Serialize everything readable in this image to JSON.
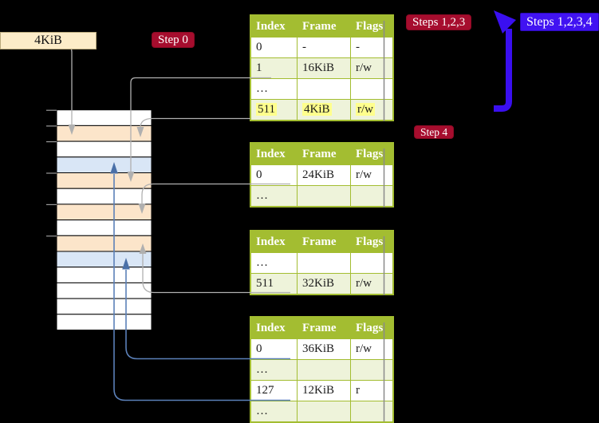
{
  "labels": {
    "page_size": "4KiB",
    "step0": "Step 0",
    "steps_123": "Steps 1,2,3",
    "steps_1234": "Steps 1,2,3,4",
    "step4": "Step 4"
  },
  "tables": [
    {
      "name": "page-table-level-top",
      "columns": [
        "Index",
        "Frame",
        "Flags"
      ],
      "rows": [
        [
          "0",
          "-",
          "-"
        ],
        [
          "1",
          "16KiB",
          "r/w"
        ],
        [
          "…",
          "",
          ""
        ],
        [
          "511",
          "4KiB",
          "r/w"
        ]
      ],
      "highlight_row": 3
    },
    {
      "name": "page-table-second",
      "columns": [
        "Index",
        "Frame",
        "Flags"
      ],
      "rows": [
        [
          "0",
          "24KiB",
          "r/w"
        ],
        [
          "…",
          "",
          ""
        ]
      ],
      "highlight_row": null
    },
    {
      "name": "page-table-third",
      "columns": [
        "Index",
        "Frame",
        "Flags"
      ],
      "rows": [
        [
          "…",
          "",
          ""
        ],
        [
          "511",
          "32KiB",
          "r/w"
        ]
      ],
      "highlight_row": null
    },
    {
      "name": "page-table-bottom",
      "columns": [
        "Index",
        "Frame",
        "Flags"
      ],
      "rows": [
        [
          "0",
          "36KiB",
          "r/w"
        ],
        [
          "…",
          "",
          ""
        ],
        [
          "127",
          "12KiB",
          "r"
        ],
        [
          "…",
          "",
          ""
        ]
      ],
      "highlight_row": null
    }
  ],
  "memory": {
    "stripes": [
      "white",
      "peach",
      "white",
      "blue",
      "peach",
      "white",
      "peach",
      "white",
      "peach",
      "blue",
      "white",
      "white",
      "white",
      "white"
    ]
  },
  "colors": {
    "background": "#000000",
    "table_green": "#a3bd31",
    "row_light": "#eef3da",
    "row_white": "#ffffff",
    "highlight_yellow": "#ffff8d",
    "stripe_white": "#ffffff",
    "stripe_peach": "#fce5ca",
    "stripe_blue": "#d9e6f6",
    "line_gray": "#b0b0b0",
    "line_blue": "#5b80b8",
    "arrow_blue_dark": "#4a70a8",
    "big_arrow_blue": "#3a0ff0",
    "label_crimson": "#a60d2e",
    "label_blue": "#4113f2",
    "page_size_bg": "#fcecc8",
    "header_text": "#ffffff"
  }
}
